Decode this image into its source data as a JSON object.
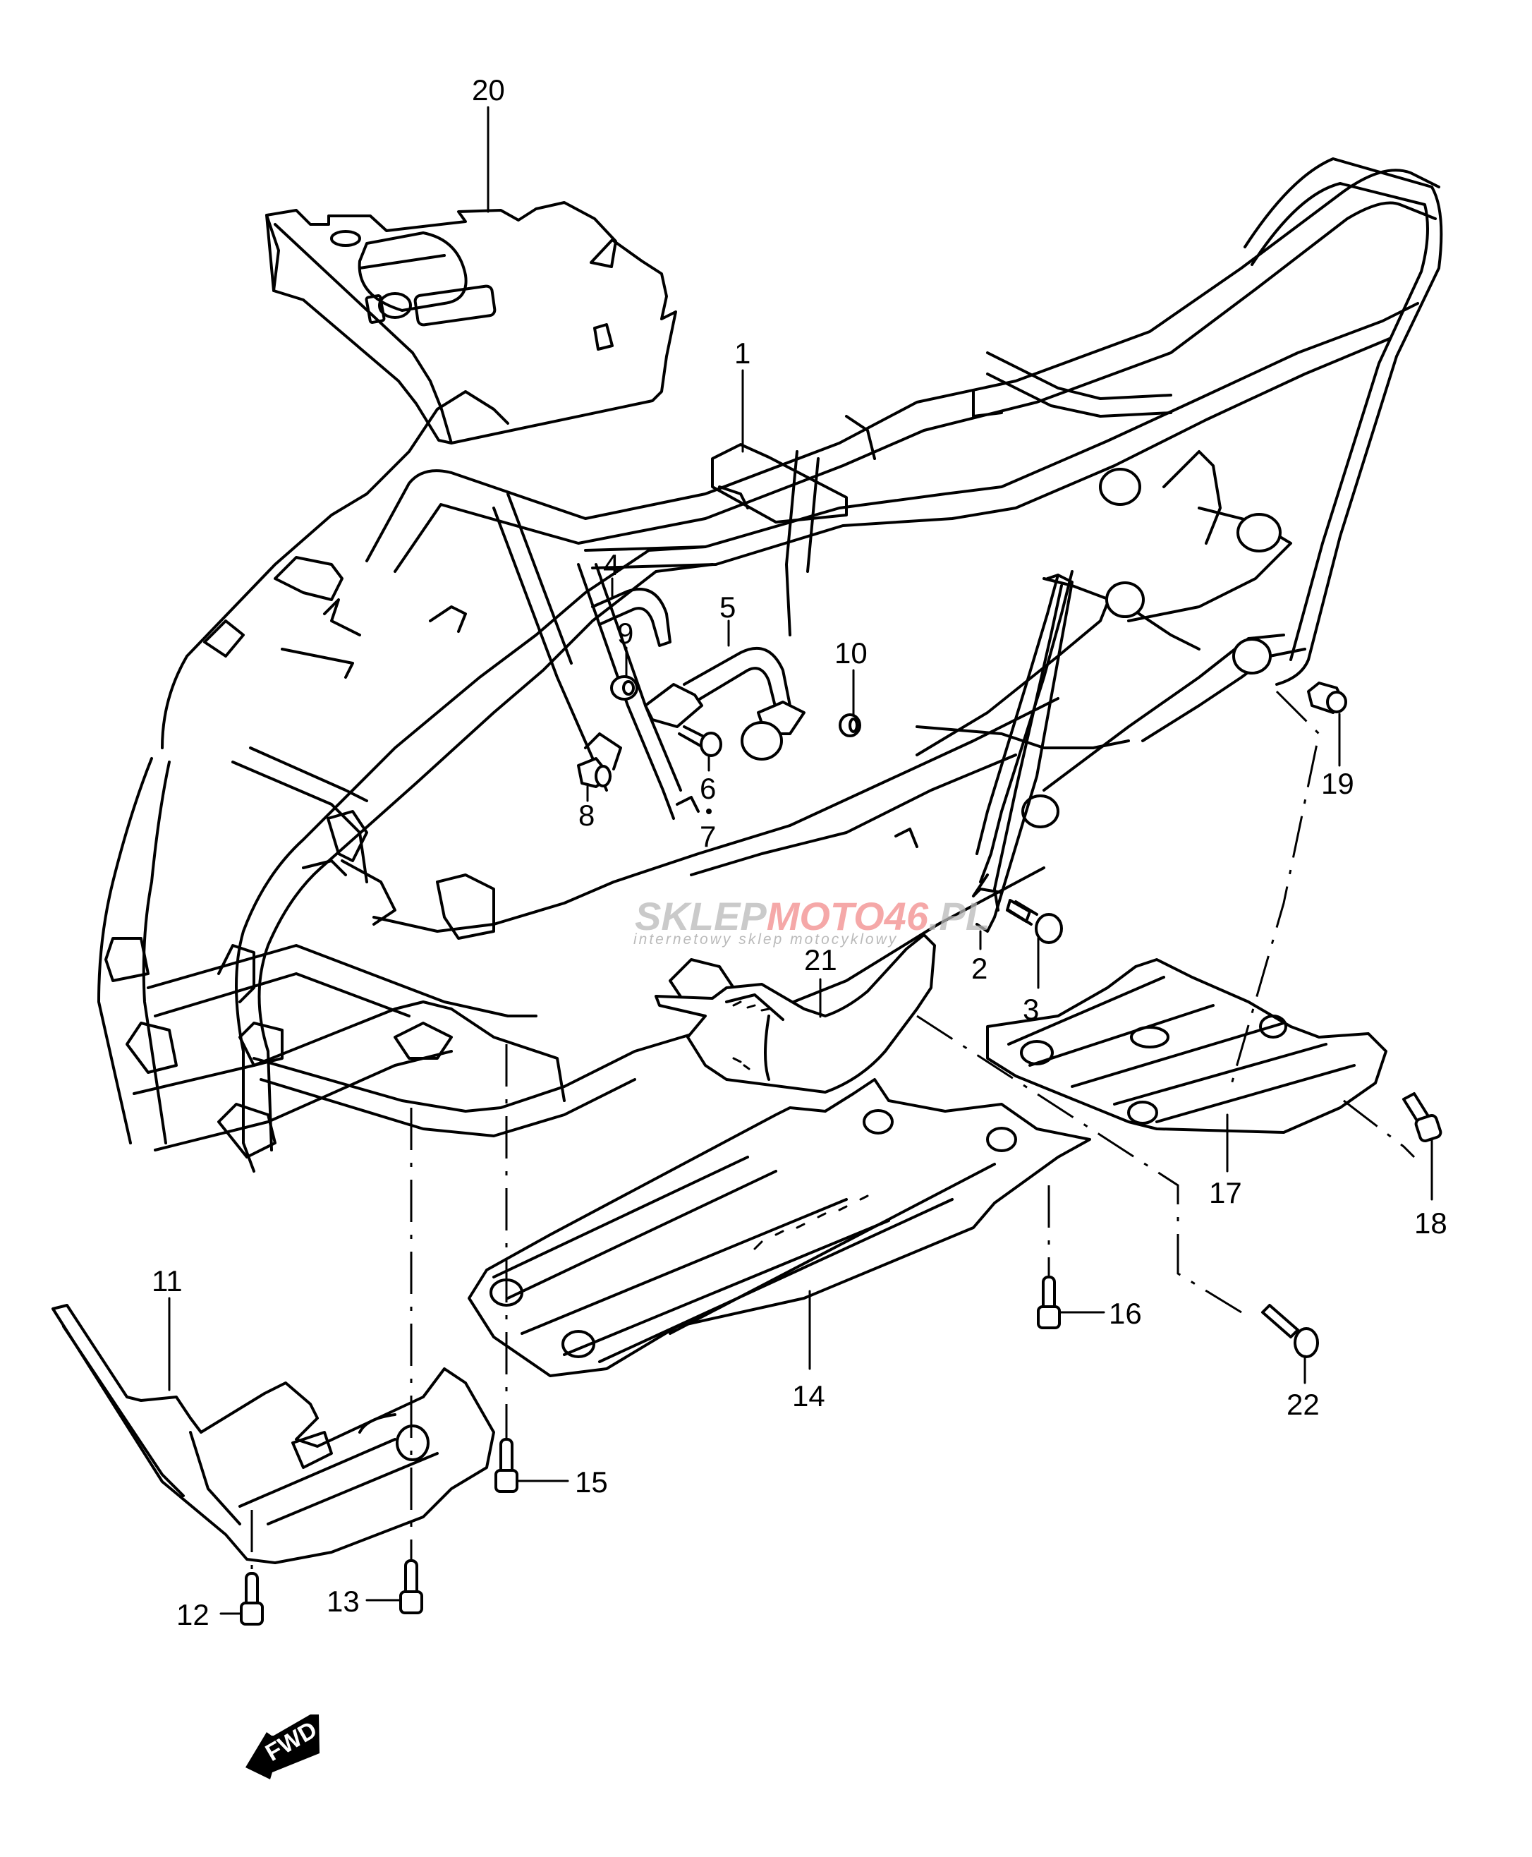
{
  "diagram": {
    "title": "ATV frame exploded parts diagram",
    "callouts": [
      {
        "id": "1",
        "text": "1"
      },
      {
        "id": "2",
        "text": "2"
      },
      {
        "id": "3",
        "text": "3"
      },
      {
        "id": "4",
        "text": "4"
      },
      {
        "id": "5",
        "text": "5"
      },
      {
        "id": "6",
        "text": "6"
      },
      {
        "id": "7",
        "text": "7"
      },
      {
        "id": "8",
        "text": "8"
      },
      {
        "id": "9",
        "text": "9"
      },
      {
        "id": "10",
        "text": "10"
      },
      {
        "id": "11",
        "text": "11"
      },
      {
        "id": "12",
        "text": "12"
      },
      {
        "id": "13",
        "text": "13"
      },
      {
        "id": "14",
        "text": "14"
      },
      {
        "id": "15",
        "text": "15"
      },
      {
        "id": "16",
        "text": "16"
      },
      {
        "id": "17",
        "text": "17"
      },
      {
        "id": "18",
        "text": "18"
      },
      {
        "id": "19",
        "text": "19"
      },
      {
        "id": "20",
        "text": "20"
      },
      {
        "id": "21",
        "text": "21"
      },
      {
        "id": "22",
        "text": "22"
      }
    ],
    "direction_indicator": {
      "label": "FWD",
      "icon": "arrow-left-down-icon"
    },
    "watermark": {
      "brand_prefix": "SKLEP",
      "brand_mid": "MOTO",
      "brand_num": "46",
      "brand_suffix": ".PL",
      "tagline": "internetowy sklep motocyklowy",
      "accent_color": "#f26b6b"
    }
  }
}
